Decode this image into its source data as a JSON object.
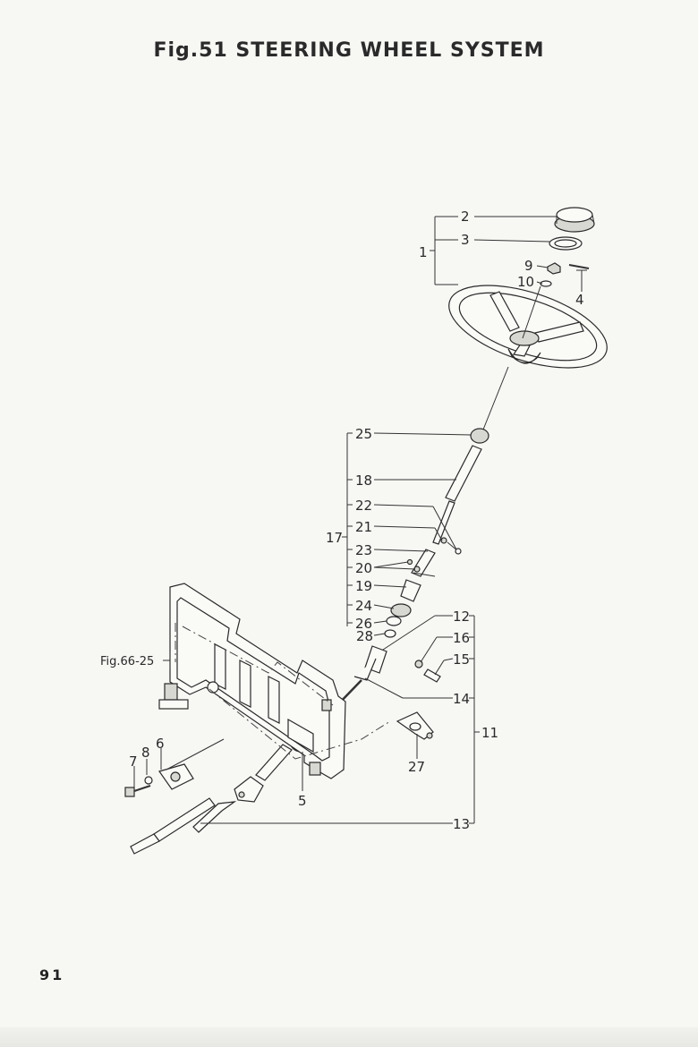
{
  "title": "Fig.51   STEERING  WHEEL  SYSTEM",
  "page_number": "91",
  "callouts": {
    "c1": "1",
    "c2": "2",
    "c3": "3",
    "c4": "4",
    "c5": "5",
    "c6": "6",
    "c7": "7",
    "c8": "8",
    "c9": "9",
    "c10": "10",
    "c11": "11",
    "c12": "12",
    "c13": "13",
    "c14": "14",
    "c15": "15",
    "c16": "16",
    "c17": "17",
    "c18": "18",
    "c19": "19",
    "c20": "20",
    "c21": "21",
    "c22": "22",
    "c23": "23",
    "c24": "24",
    "c25": "25",
    "c26": "26",
    "c27": "27",
    "c28": "28"
  },
  "reference_label": "Fig.66-25"
}
